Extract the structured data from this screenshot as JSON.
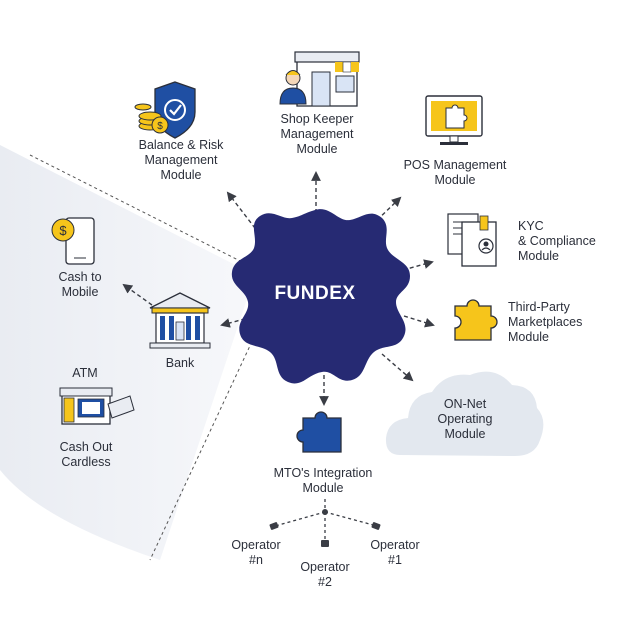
{
  "hub": {
    "label": "FUNDEX"
  },
  "modules": {
    "balance_risk": [
      "Balance & Risk",
      "Management",
      "Module"
    ],
    "shop_keeper": [
      "Shop Keeper",
      "Management",
      "Module"
    ],
    "pos": [
      "POS Management",
      "Module"
    ],
    "kyc": [
      "KYC",
      "& Compliance",
      "Module"
    ],
    "third_party": [
      "Third-Party",
      "Marketplaces",
      "Module"
    ],
    "on_net": [
      "ON-Net",
      "Operating",
      "Module"
    ],
    "mto": [
      "MTO's Integration",
      "Module"
    ],
    "cash_to_mobile": [
      "Cash to",
      "Mobile"
    ],
    "bank": [
      "Bank"
    ],
    "atm": [
      "ATM"
    ],
    "cash_out": [
      "Cash Out",
      "Cardless"
    ]
  },
  "operators": {
    "op_n": [
      "Operator",
      "#n"
    ],
    "op_2": [
      "Operator",
      "#2"
    ],
    "op_1": [
      "Operator",
      "#1"
    ]
  },
  "colors": {
    "hub": "#262a73",
    "accent_blue": "#1f4fa3",
    "accent_yellow": "#f6c51b",
    "line": "#3a3d45",
    "cloud": "#e3e8ef"
  },
  "icons": {
    "balance_risk": "shield-check-coins-icon",
    "shop_keeper": "shop-keeper-store-icon",
    "pos": "pos-monitor-icon",
    "kyc": "kyc-document-icon",
    "third_party": "puzzle-piece-icon",
    "mto": "puzzle-piece-blue-icon",
    "cash_to_mobile": "mobile-dollar-icon",
    "bank": "bank-building-icon",
    "cash_out": "atm-cash-icon"
  }
}
